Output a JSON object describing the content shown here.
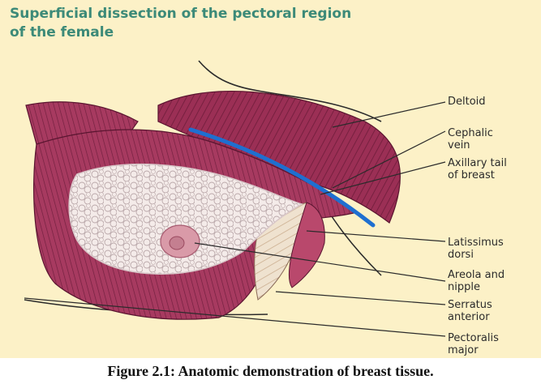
{
  "title": {
    "line1": "Superficial dissection of the pectoral region",
    "line2": "of the female"
  },
  "labels": [
    {
      "id": "deltoid",
      "line1": "Deltoid",
      "line2": ""
    },
    {
      "id": "cephalic-vein",
      "line1": "Cephalic",
      "line2": "vein"
    },
    {
      "id": "axillary-tail",
      "line1": "Axillary tail",
      "line2": "of breast"
    },
    {
      "id": "latissimus-dorsi",
      "line1": "Latissimus",
      "line2": "dorsi"
    },
    {
      "id": "areola-nipple",
      "line1": "Areola and",
      "line2": "nipple"
    },
    {
      "id": "serratus-anterior",
      "line1": "Serratus",
      "line2": "anterior"
    },
    {
      "id": "pectoralis-major",
      "line1": "Pectoralis",
      "line2": "major"
    }
  ],
  "caption": "Figure 2.1: Anatomic demonstration of breast tissue.",
  "colors": {
    "background": "#fcf1c7",
    "title": "#3c8a78",
    "muscle": "#9b2f55",
    "muscle_dark": "#6e1c3a",
    "muscle_light": "#c97890",
    "fat": "#f3e8e6",
    "vein": "#1f6fd0",
    "leader": "#2b2b2b"
  }
}
